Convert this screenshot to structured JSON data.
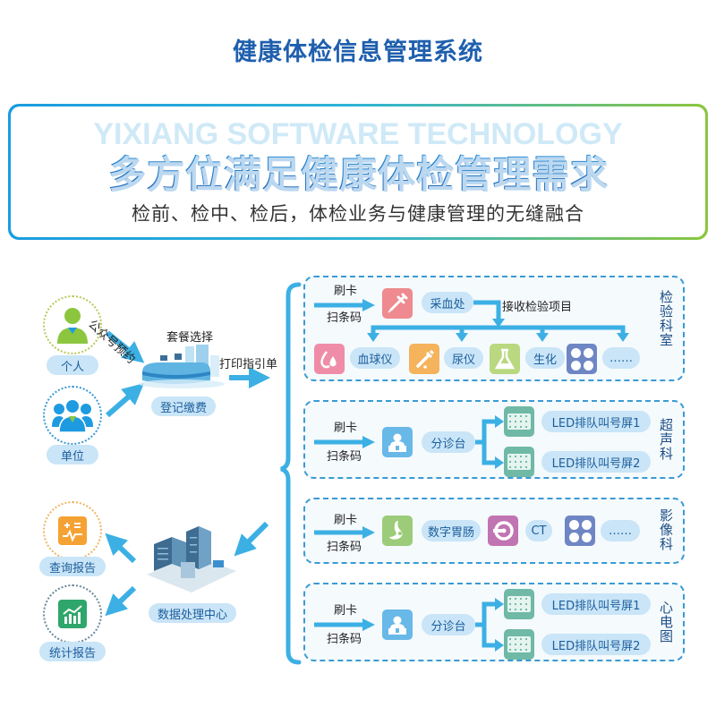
{
  "header": {
    "title": "健康体检信息管理系统"
  },
  "banner": {
    "watermark": "YIXIANG SOFTWARE TECHNOLOGY",
    "title": "多方位满足健康体检管理需求",
    "subtitle": "检前、检中、检后，体检业务与健康管理的无缝融合"
  },
  "entry": {
    "individual": "个人",
    "organization": "单位",
    "wechat_booking": "公众号预约",
    "package_select": "套餐选择",
    "register": "登记缴费",
    "print_guide": "打印指引单"
  },
  "output": {
    "data_center": "数据处理中心",
    "query_report": "查询报告",
    "stat_report": "统计报告"
  },
  "common": {
    "swipe_card": "刷卡",
    "scan_code": "扫条码"
  },
  "sections": {
    "lab": {
      "name": "检验科室",
      "blood_collection": "采血处",
      "receive_items": "接收检验项目",
      "items": [
        "血球仪",
        "尿仪",
        "生化",
        "……"
      ]
    },
    "ultrasound": {
      "name": "超声科",
      "triage": "分诊台",
      "screens": [
        "LED排队叫号屏1",
        "LED排队叫号屏2"
      ]
    },
    "imaging": {
      "name": "影像科",
      "items": [
        "数字胃肠",
        "CT",
        "……"
      ]
    },
    "ecg": {
      "name": "心电图",
      "triage": "分诊台",
      "screens": [
        "LED排队叫号屏1",
        "LED排队叫号屏2"
      ]
    }
  },
  "colors": {
    "title_blue": "#1f5fae",
    "arrow_blue": "#3cb0e4",
    "pill_bg": "#c9e5f7",
    "dashed_border": "#3a9ad4",
    "green_person": "#8cc63f",
    "blue_person": "#1e9be0",
    "orange": "#f5a234",
    "green_report": "#2fa66b",
    "pink": "#ef8da8",
    "syringe_red": "#ee8a90",
    "purple_gray": "#6f86c4",
    "led_green": "#6fb9a6",
    "triage_blue": "#68b8e8",
    "magenta": "#c174b2",
    "stomach_green": "#9ccc79"
  }
}
